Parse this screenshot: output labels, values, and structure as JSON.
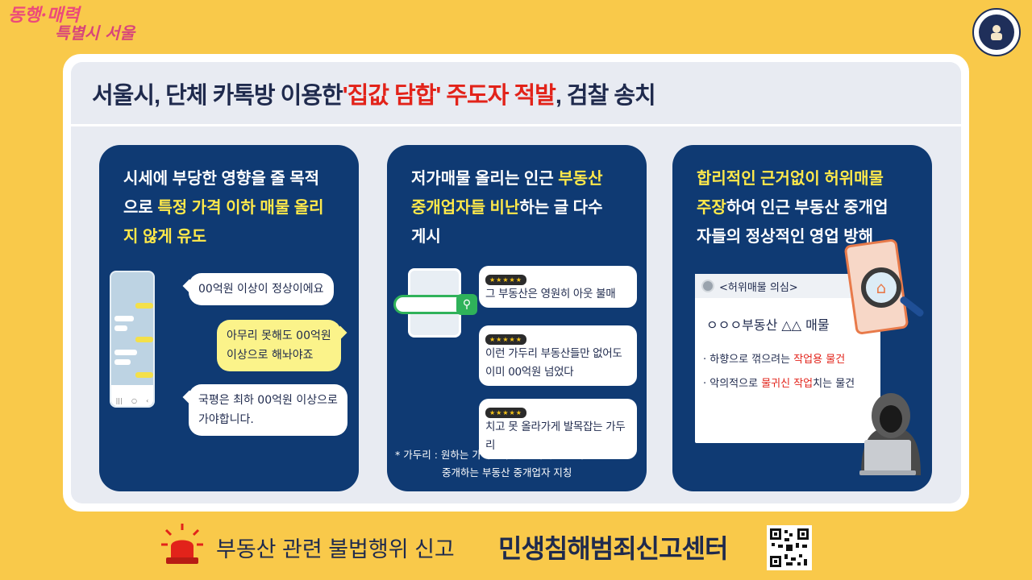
{
  "brand": {
    "line1": "동행·매력",
    "line2": "특별시 서울"
  },
  "title": {
    "part1": "서울시, 단체 카톡방 이용한 ",
    "highlight": "'집값 담합' 주도자 적발",
    "part2": ", 검찰 송치"
  },
  "cards": [
    {
      "text_a": "시세에 부당한 영향을 줄 목적",
      "text_b_pre": "으로 ",
      "text_b_hl": "특정 가격 이하 매물 올리",
      "text_c_hl": "지 않게 유도",
      "chat": [
        "00억원 이상이 정상이에요",
        "아무리 못해도 00억원",
        "이상으로 해놔야죠",
        "국평은 최하 00억원 이상으로",
        "가야합니다."
      ]
    },
    {
      "text_a_pre": "저가매물 올리는 인근 ",
      "text_a_hl": "부동산",
      "text_b_hl": "중개업자들 비난",
      "text_b_post": "하는 글 다수",
      "text_c": "게시",
      "reviews": [
        "그 부동산은 영원히 아웃 불매",
        "이런 가두리 부동산들만 없어도",
        "이미 00억원 넘었다",
        "치고 못 올라가게 발목잡는 가두리"
      ],
      "stars": "★★★★★",
      "note_1": "*  가두리 : 원하는 가격보다 낮은 가격으로 매물을",
      "note_2": "중개하는 부동산 중개업자 지칭"
    },
    {
      "text_a_hl": "합리적인 근거없이 허위매물",
      "text_b_hl": "주장",
      "text_b_post": "하여 인근 부동산 중개업",
      "text_c": "자들의 정상적인 영업 방해",
      "post_head": "<허위매물 의심>",
      "post_title": "ㅇㅇㅇ부동산 △△ 매물",
      "bullet1_pre": "· 하향으로 꺾으려는 ",
      "bullet1_red": "작업용 물건",
      "bullet2_pre": "· 악의적으로 ",
      "bullet2_red": "물귀신 작업",
      "bullet2_post": "치는 물건"
    }
  ],
  "footer": {
    "report": "부동산 관련 불법행위 신고",
    "center": "민생침해범죄신고센터"
  },
  "colors": {
    "background": "#f9c94a",
    "card": "#0f3a73",
    "highlight": "#ffe94a",
    "red": "#e2231a"
  }
}
